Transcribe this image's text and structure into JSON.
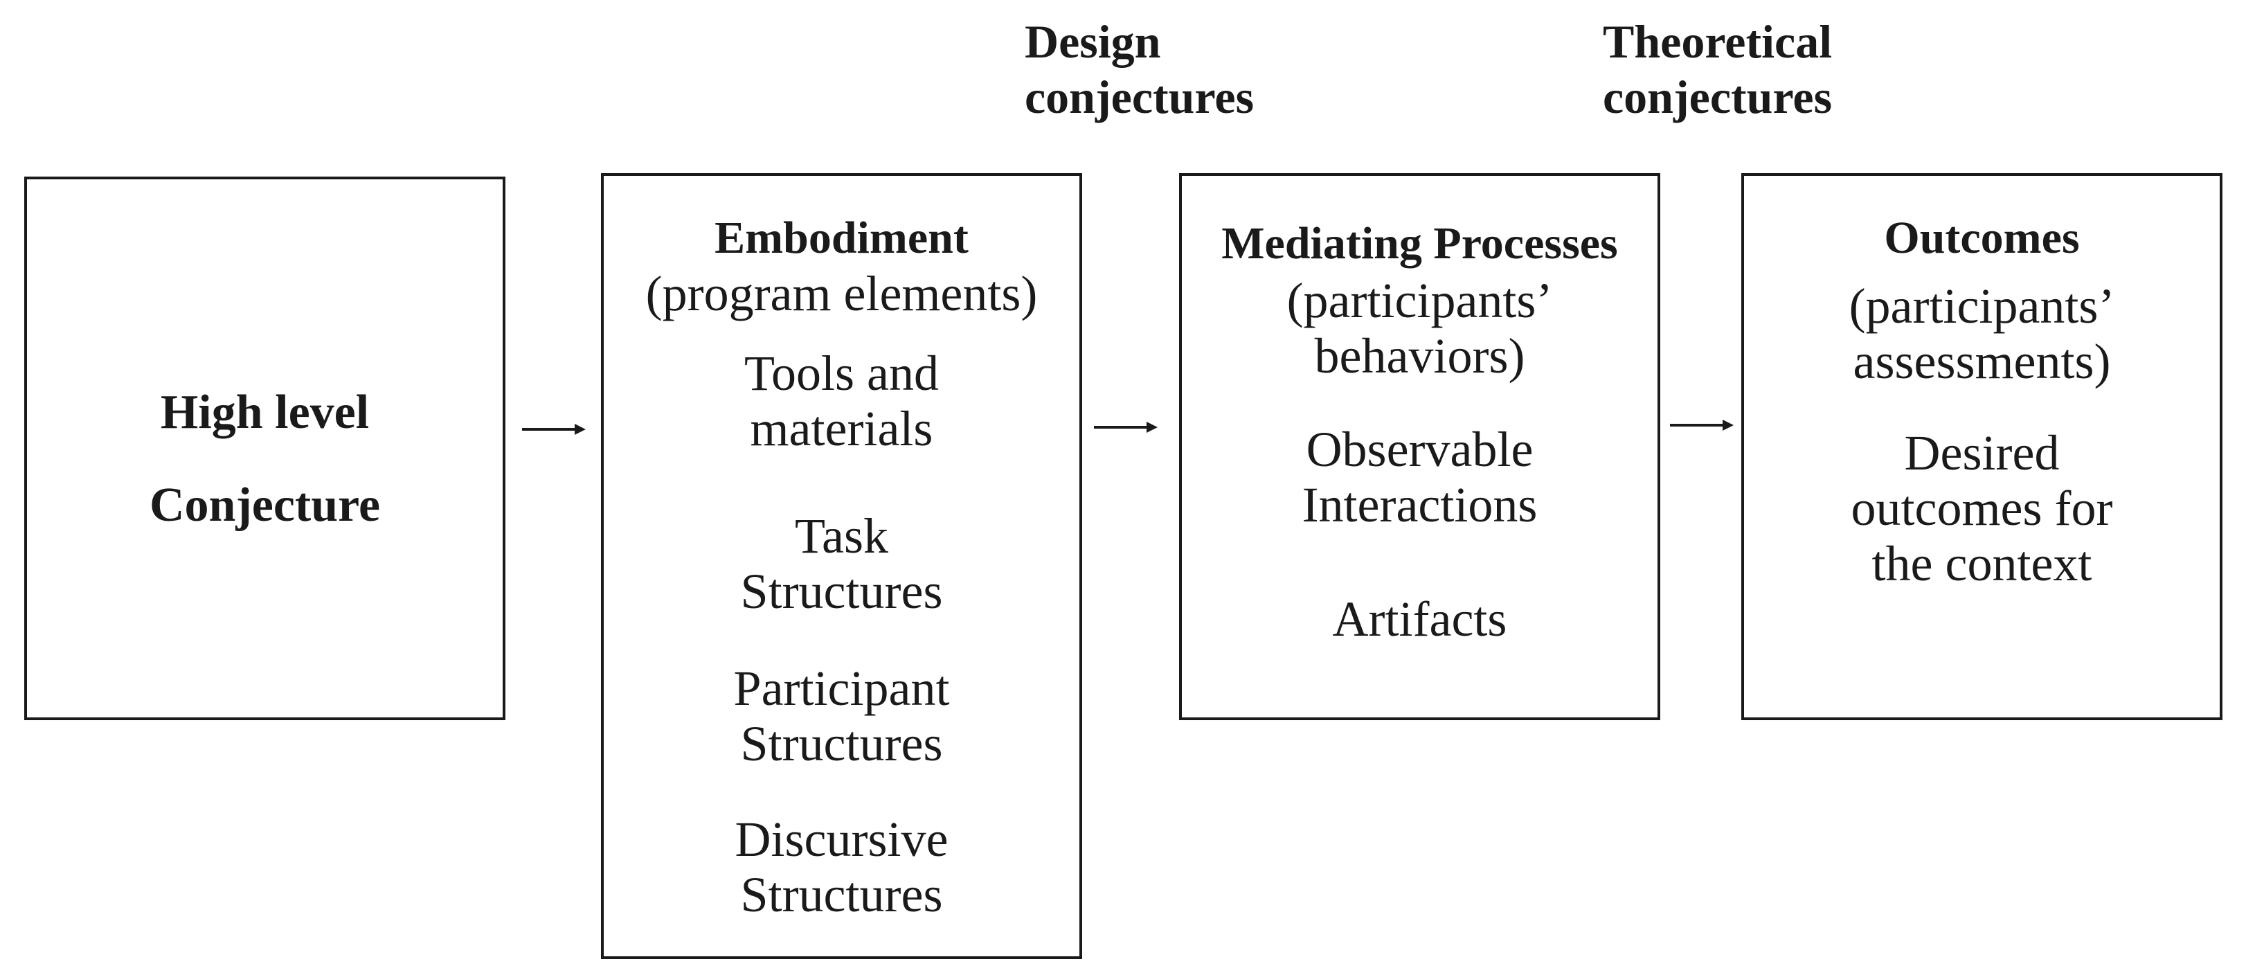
{
  "labels": {
    "design": [
      "Design",
      "conjectures"
    ],
    "theoretical": [
      "Theoretical",
      "conjectures"
    ]
  },
  "high_level": {
    "lines": [
      "High level",
      "Conjecture"
    ]
  },
  "embodiment": {
    "title": "Embodiment",
    "subtitle": "(program elements)",
    "items": [
      [
        "Tools and",
        "materials"
      ],
      [
        "Task",
        "Structures"
      ],
      [
        "Participant",
        "Structures"
      ],
      [
        "Discursive",
        "Structures"
      ]
    ]
  },
  "mediating": {
    "title": "Mediating Processes",
    "subtitle": [
      "(participants’",
      "behaviors)"
    ],
    "items": [
      [
        "Observable",
        "Interactions"
      ],
      [
        "Artifacts"
      ]
    ]
  },
  "outcomes": {
    "title": "Outcomes",
    "subtitle": [
      "(participants’",
      "assessments)"
    ],
    "body": [
      "Desired",
      "outcomes for",
      "the context"
    ]
  },
  "arrows": [
    {
      "from": "high-level-conjecture",
      "to": "embodiment"
    },
    {
      "from": "embodiment",
      "to": "mediating-processes"
    },
    {
      "from": "mediating-processes",
      "to": "outcomes"
    }
  ]
}
